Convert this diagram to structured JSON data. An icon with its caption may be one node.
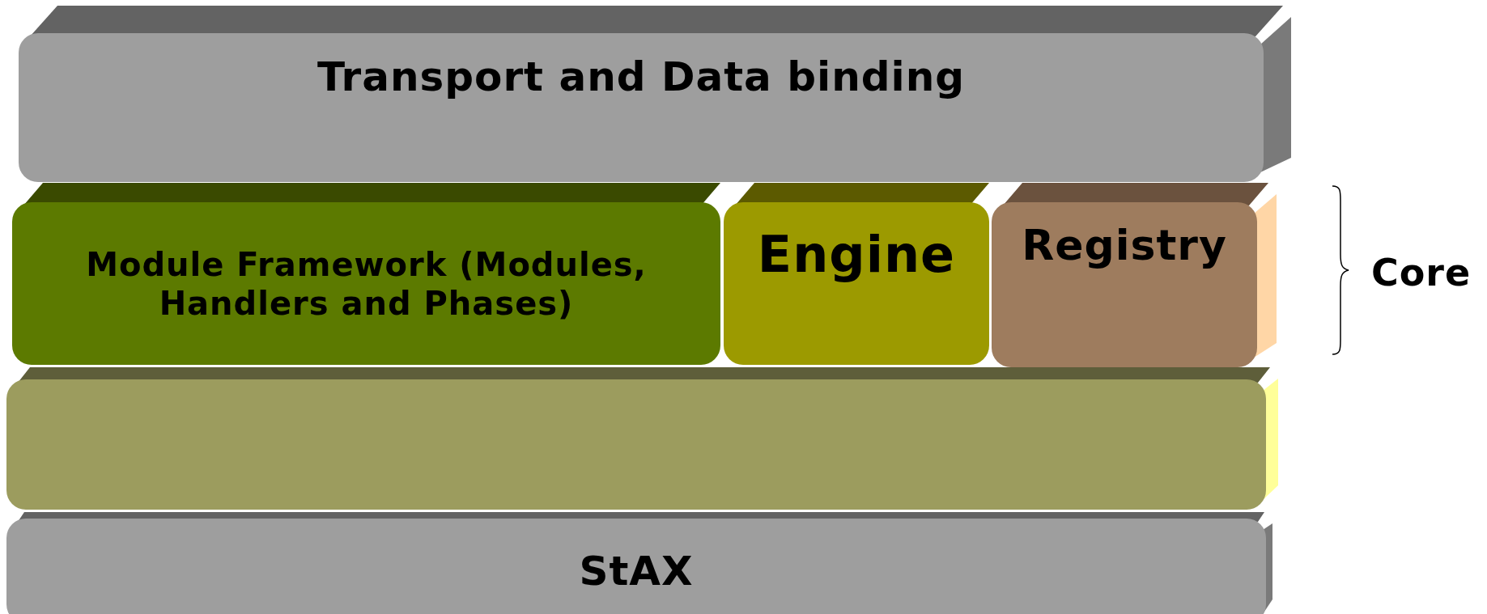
{
  "diagram": {
    "nodes": [
      {
        "text": [
          "Transport and Data binding"
        ]
      },
      {
        "text": [
          "Module Framework (Modules, Handlers and Phases)"
        ]
      },
      {
        "text": [
          "Engine"
        ]
      },
      {
        "text": [
          "Registry"
        ]
      },
      {
        "text": [],
        "shape": "box"
      },
      {
        "text": [
          "StAX"
        ]
      }
    ],
    "labels": [
      "Core"
    ]
  }
}
